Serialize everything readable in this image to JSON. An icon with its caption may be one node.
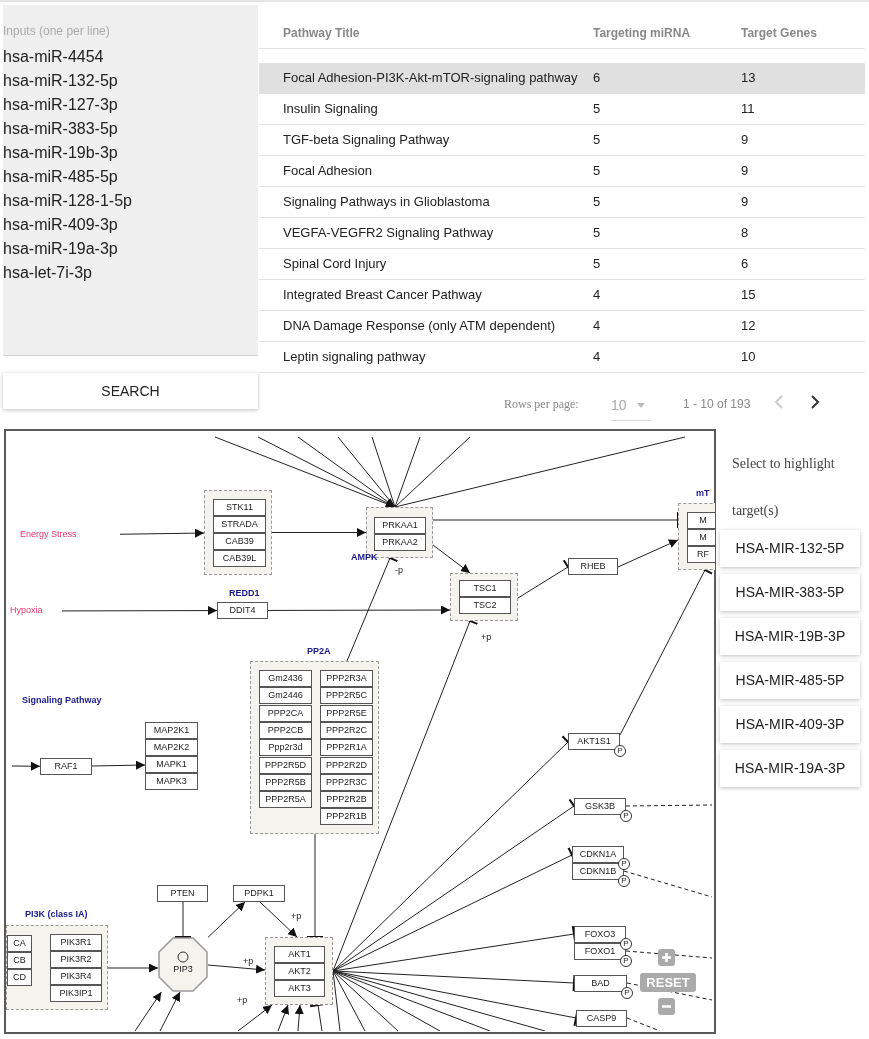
{
  "diagram": {
    "nodes": [
      {
        "text": [
          "Energy Stress"
        ]
      },
      {
        "text": [
          "Hypoxia"
        ]
      },
      {
        "text": [],
        "shape": "box"
      },
      {
        "text": [
          "STK11"
        ],
        "in": 2
      },
      {
        "text": [
          "STRADA"
        ],
        "in": 2
      },
      {
        "text": [
          "CAB39"
        ],
        "in": 2
      },
      {
        "text": [
          "CAB39L"
        ],
        "in": 2
      },
      {
        "text": [
          "REDD1",
          "DDIT4"
        ]
      },
      {
        "text": [
          "AMPK"
        ]
      },
      {
        "text": [
          "PRKAA1"
        ],
        "in": 8
      },
      {
        "text": [
          "PRKAA2"
        ],
        "in": 8
      },
      {
        "text": [],
        "shape": "box"
      },
      {
        "text": [
          "TSC1"
        ],
        "in": 11
      },
      {
        "text": [
          "TSC2"
        ],
        "in": 11
      },
      {
        "text": [
          "RHEB"
        ]
      },
      {
        "text": [
          "mT"
        ]
      },
      {
        "text": [
          "M"
        ],
        "in": 15
      },
      {
        "text": [
          "M"
        ],
        "in": 15
      },
      {
        "text": [
          "RF"
        ],
        "in": 15
      },
      {
        "text": [
          "PP2A"
        ]
      },
      {
        "text": [
          "Gm2436"
        ],
        "in": 19
      },
      {
        "text": [
          "Gm2446"
        ],
        "in": 19
      },
      {
        "text": [
          "PPP2CA"
        ],
        "in": 19
      },
      {
        "text": [
          "PPP2CB"
        ],
        "in": 19
      },
      {
        "text": [
          "Ppp2r3d"
        ],
        "in": 19
      },
      {
        "text": [
          "PPP2R5D"
        ],
        "in": 19
      },
      {
        "text": [
          "PPP2R5B"
        ],
        "in": 19
      },
      {
        "text": [
          "PPP2R5A"
        ],
        "in": 19
      },
      {
        "text": [
          "PPP2R3A"
        ],
        "in": 19
      },
      {
        "text": [
          "PPP2R5C"
        ],
        "in": 19
      },
      {
        "text": [
          "PPP2R5E"
        ],
        "in": 19
      },
      {
        "text": [
          "PPP2R2C"
        ],
        "in": 19
      },
      {
        "text": [
          "PPP2R1A"
        ],
        "in": 19
      },
      {
        "text": [
          "PPP2R2D"
        ],
        "in": 19
      },
      {
        "text": [
          "PPP2R3C"
        ],
        "in": 19
      },
      {
        "text": [
          "PPP2R2B"
        ],
        "in": 19
      },
      {
        "text": [
          "PPP2R1B"
        ],
        "in": 19
      },
      {
        "text": [
          "RAF1"
        ]
      },
      {
        "text": [
          "MAP2K1"
        ]
      },
      {
        "text": [
          "MAP2K2"
        ]
      },
      {
        "text": [
          "MAPK1"
        ]
      },
      {
        "text": [
          "MAPK3"
        ]
      },
      {
        "text": [
          "PTEN"
        ]
      },
      {
        "text": [
          "PDPK1"
        ]
      },
      {
        "text": [
          "PI3K (class IA)"
        ]
      },
      {
        "text": [
          "CA"
        ],
        "in": 44
      },
      {
        "text": [
          "CB"
        ],
        "in": 44
      },
      {
        "text": [
          "CD"
        ],
        "in": 44
      },
      {
        "text": [
          "PIK3R1"
        ],
        "in": 44
      },
      {
        "text": [
          "PIK3R2"
        ],
        "in": 44
      },
      {
        "text": [
          "PIK3R4"
        ],
        "in": 44
      },
      {
        "text": [
          "PIK3IP1"
        ],
        "in": 44
      },
      {
        "text": [
          "PIP3"
        ]
      },
      {
        "text": [],
        "shape": "box"
      },
      {
        "text": [
          "AKT1"
        ],
        "in": 53
      },
      {
        "text": [
          "AKT2"
        ],
        "in": 53
      },
      {
        "text": [
          "AKT3"
        ],
        "in": 53
      },
      {
        "text": [
          "AKT1S1"
        ],
        "beside": [
          "P"
        ]
      },
      {
        "text": [
          "GSK3B"
        ],
        "beside": [
          "P"
        ]
      },
      {
        "text": [
          "CDKN1A"
        ],
        "beside": [
          "P"
        ]
      },
      {
        "text": [
          "CDKN1B"
        ],
        "beside": [
          "P"
        ]
      },
      {
        "text": [
          "FOXO3"
        ],
        "beside": [
          "P"
        ]
      },
      {
        "text": [
          "FOXO1"
        ],
        "beside": [
          "P"
        ]
      },
      {
        "text": [
          "BAD"
        ],
        "beside": [
          "P"
        ]
      },
      {
        "text": [
          "CASP9"
        ]
      }
    ],
    "edges": [
      {
        "from": 0,
        "to": 2,
        "arrow": "to"
      },
      {
        "from": 2,
        "to": 8,
        "arrow": "to"
      },
      {
        "from": 1,
        "to": 7,
        "arrow": "to"
      },
      {
        "from": 7,
        "to": 11,
        "arrow": "to"
      },
      {
        "from": 8,
        "to": 11,
        "arrow": "to"
      },
      {
        "from": 8,
        "to": 15,
        "arrow": "other"
      },
      {
        "from": 11,
        "to": 14,
        "arrow": "other"
      },
      {
        "from": 14,
        "to": 15,
        "arrow": "to"
      },
      {
        "from": 19,
        "to": 8,
        "arrow": "other",
        "label": "-p"
      },
      {
        "from": 53,
        "to": 11,
        "arrow": "other",
        "label": "+p"
      },
      {
        "from": 57,
        "to": 15,
        "arrow": "other"
      },
      {
        "from": 53,
        "to": 57,
        "arrow": "other"
      },
      {
        "from": 53,
        "to": 58,
        "arrow": "other"
      },
      {
        "from": 53,
        "to": 59,
        "arrow": "other"
      },
      {
        "from": 53,
        "to": 61,
        "arrow": "other"
      },
      {
        "from": 53,
        "to": 63,
        "arrow": "other"
      },
      {
        "from": 53,
        "to": 64,
        "arrow": "other"
      },
      {
        "from": 19,
        "to": 53,
        "arrow": "other"
      },
      {
        "from": 42,
        "to": 52,
        "arrow": "other"
      },
      {
        "from": 52,
        "to": 43,
        "arrow": "to"
      },
      {
        "from": 43,
        "to": 53,
        "arrow": "to",
        "label": "+p"
      },
      {
        "from": 52,
        "to": 53,
        "arrow": "to",
        "label": "+p"
      },
      {
        "from": 44,
        "to": 52,
        "arrow": "to"
      },
      {
        "from": 37,
        "to": 40,
        "arrow": "to"
      },
      {
        "from": null,
        "to": 37,
        "arrow": "to"
      },
      {
        "from": null,
        "to": 8,
        "arrow": "to"
      },
      {
        "from": null,
        "to": 8,
        "arrow": "to"
      },
      {
        "from": null,
        "to": 8,
        "arrow": "to"
      },
      {
        "from": null,
        "to": 8,
        "arrow": "none"
      },
      {
        "from": null,
        "to": 8,
        "arrow": "none"
      },
      {
        "from": null,
        "to": 8,
        "arrow": "none"
      },
      {
        "from": null,
        "to": 8,
        "arrow": "none"
      },
      {
        "from": null,
        "to": 8,
        "arrow": "none"
      },
      {
        "from": null,
        "to": 52,
        "arrow": "to"
      },
      {
        "from": null,
        "to": 52,
        "arrow": "to"
      },
      {
        "from": null,
        "to": 53,
        "arrow": "to",
        "label": "+p"
      },
      {
        "from": null,
        "to": 53,
        "arrow": "to"
      },
      {
        "from": null,
        "to": 53,
        "arrow": "to"
      },
      {
        "from": null,
        "to": 53,
        "arrow": "other"
      },
      {
        "from": 53,
        "to": null,
        "arrow": "none"
      },
      {
        "from": 53,
        "to": null,
        "arrow": "none"
      },
      {
        "from": 53,
        "to": null,
        "arrow": "none"
      },
      {
        "from": 53,
        "to": null,
        "arrow": "none"
      },
      {
        "from": 53,
        "to": null,
        "arrow": "none"
      },
      {
        "from": 53,
        "to": null,
        "arrow": "none"
      },
      {
        "from": 58,
        "to": null,
        "arrow": "none",
        "style": "dashed"
      },
      {
        "from": 60,
        "to": null,
        "arrow": "none",
        "style": "dashed"
      },
      {
        "from": 62,
        "to": null,
        "arrow": "none",
        "style": "dashed"
      },
      {
        "from": 63,
        "to": null,
        "arrow": "none",
        "style": "dashed"
      },
      {
        "from": 64,
        "to": null,
        "arrow": "none",
        "style": "dashed"
      }
    ],
    "labels": [
      "Inputs (one per line)",
      "hsa-miR-4454",
      "hsa-miR-132-5p",
      "hsa-miR-127-3p",
      "hsa-miR-383-5p",
      "hsa-miR-19b-3p",
      "hsa-miR-485-5p",
      "hsa-miR-128-1-5p",
      "hsa-miR-409-3p",
      "hsa-miR-19a-3p",
      "hsa-let-7i-3p",
      "SEARCH",
      "Pathway Title",
      "Targeting miRNA",
      "Target Genes",
      "Focal Adhesion-PI3K-Akt-mTOR-signaling pathway",
      "6",
      "13",
      "Insulin Signaling",
      "5",
      "11",
      "TGF-beta Signaling Pathway",
      "5",
      "9",
      "Focal Adhesion",
      "5",
      "9",
      "Signaling Pathways in Glioblastoma",
      "5",
      "9",
      "VEGFA-VEGFR2 Signaling Pathway",
      "5",
      "8",
      "Spinal Cord Injury",
      "5",
      "6",
      "Integrated Breast Cancer Pathway",
      "4",
      "15",
      "DNA Damage Response (only ATM dependent)",
      "4",
      "12",
      "Leptin signaling pathway",
      "4",
      "10",
      "Rows per page:",
      "10",
      "1 - 10 of 193",
      "Select to highlight target(s)",
      "HSA-MIR-132-5P",
      "HSA-MIR-383-5P",
      "HSA-MIR-19B-3P",
      "HSA-MIR-485-5P",
      "HSA-MIR-409-3P",
      "HSA-MIR-19A-3P",
      "Signaling Pathway",
      "RESET"
    ]
  }
}
